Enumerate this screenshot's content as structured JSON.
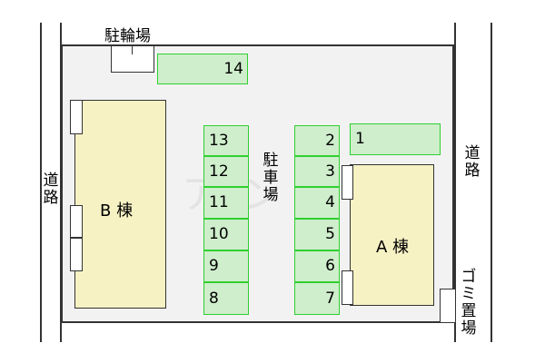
{
  "labels": {
    "bicycle_parking": "駐輪場",
    "parking": "駐車場",
    "road_left": "道路",
    "road_right": "道路",
    "building_b": "B 棟",
    "building_a": "A 棟",
    "garbage": "ゴミ置場"
  },
  "spaces": {
    "s1": "1",
    "s2": "2",
    "s3": "3",
    "s4": "4",
    "s5": "5",
    "s6": "6",
    "s7": "7",
    "s8": "8",
    "s9": "9",
    "s10": "10",
    "s11": "11",
    "s12": "12",
    "s13": "13",
    "s14": "14"
  },
  "colors": {
    "lot": "#f2f2f2",
    "building": "#f7f2c4",
    "parking_fill": "#cfeecc",
    "parking_border": "#2fd02f"
  }
}
